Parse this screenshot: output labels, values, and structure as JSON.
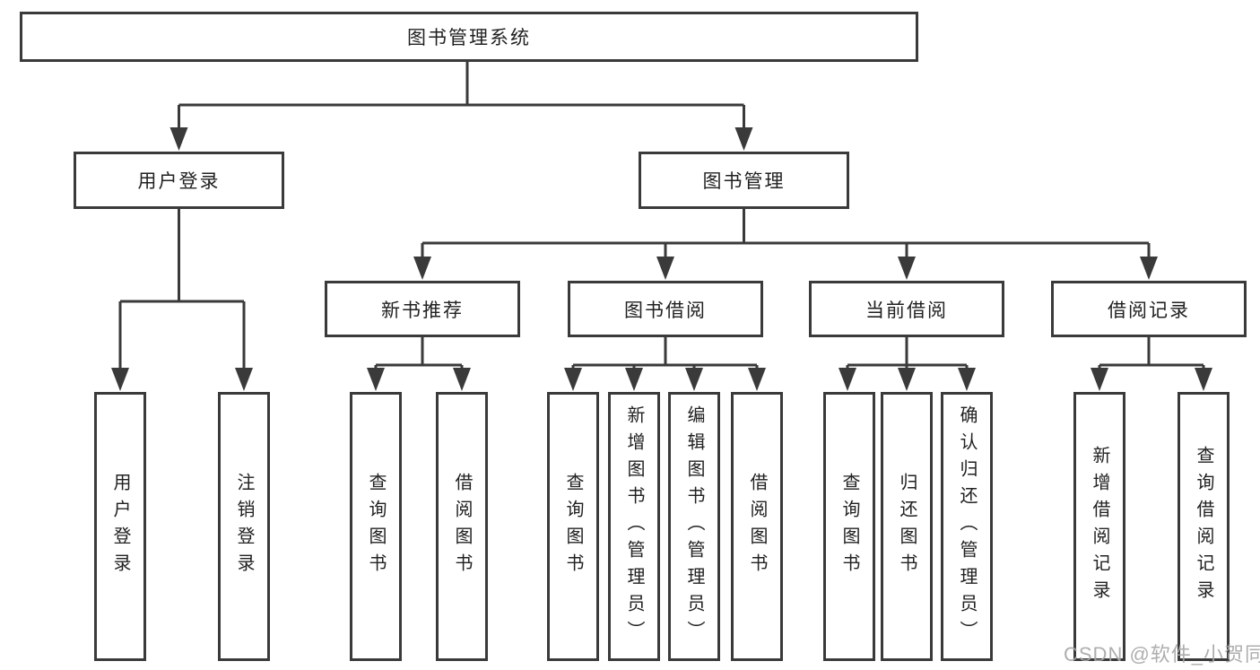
{
  "title": "图书管理系统",
  "colors": {
    "line": "#3a3a3a",
    "text": "#212121",
    "background": "#ffffff",
    "watermark": "#a6a6a6"
  },
  "tree": {
    "root": {
      "label": "图书管理系统"
    },
    "level2": [
      {
        "label": "用户登录",
        "parent": "图书管理系统"
      },
      {
        "label": "图书管理",
        "parent": "图书管理系统"
      }
    ],
    "level3": [
      {
        "label": "新书推荐",
        "parent": "图书管理"
      },
      {
        "label": "图书借阅",
        "parent": "图书管理"
      },
      {
        "label": "当前借阅",
        "parent": "图书管理"
      },
      {
        "label": "借阅记录",
        "parent": "图书管理"
      }
    ],
    "leaves": [
      {
        "label": "用户登录",
        "parent": "用户登录"
      },
      {
        "label": "注销登录",
        "parent": "用户登录"
      },
      {
        "label": "查询图书",
        "parent": "新书推荐"
      },
      {
        "label": "借阅图书",
        "parent": "新书推荐"
      },
      {
        "label": "查询图书",
        "parent": "图书借阅"
      },
      {
        "label": "新增图书（管理员）",
        "parent": "图书借阅"
      },
      {
        "label": "编辑图书（管理员）",
        "parent": "图书借阅"
      },
      {
        "label": "借阅图书",
        "parent": "图书借阅"
      },
      {
        "label": "查询图书",
        "parent": "当前借阅"
      },
      {
        "label": "归还图书",
        "parent": "当前借阅"
      },
      {
        "label": "确认归还（管理员）",
        "parent": "当前借阅"
      },
      {
        "label": "新增借阅记录",
        "parent": "借阅记录"
      },
      {
        "label": "查询借阅记录",
        "parent": "借阅记录"
      }
    ]
  },
  "watermark": {
    "text": "CSDN @软件_小贺同学"
  }
}
